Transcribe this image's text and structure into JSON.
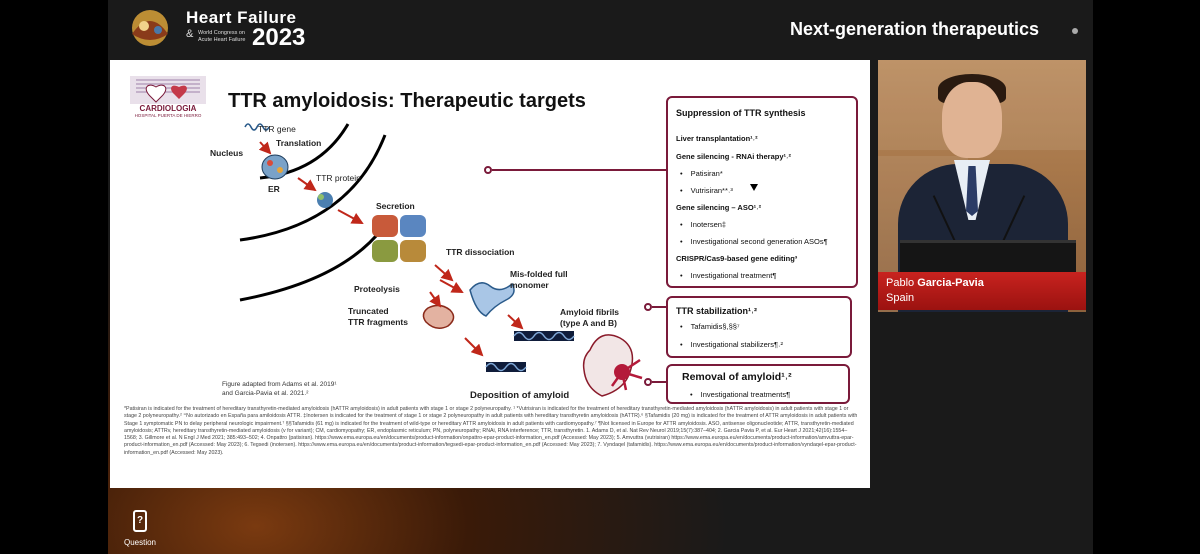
{
  "header": {
    "brand_title": "Heart Failure",
    "brand_amp": "&",
    "brand_sub1": "World Congress on",
    "brand_sub2": "Acute Heart Failure",
    "brand_year": "2023",
    "session_title": "Next-generation therapeutics"
  },
  "slide": {
    "logo_text": "CARDIOLOGIA",
    "logo_sub": "HOSPITAL PUERTA DE HIERRO",
    "title": "TTR amyloidosis: Therapeutic targets",
    "diagram": {
      "ttr_gene": "TTR gene",
      "nucleus": "Nucleus",
      "translation": "Translation",
      "er": "ER",
      "ttr_protein": "TTR protein",
      "secretion": "Secretion",
      "ttr_dissociation": "TTR dissociation",
      "misfolded": "Mis-folded full",
      "monomer": "monomer",
      "proteolysis": "Proteolysis",
      "truncated": "Truncated",
      "ttr_fragments": "TTR fragments",
      "amyloid_fibrils": "Amyloid fibrils",
      "type_ab": "(type A and B)",
      "deposition": "Deposition of amyloid"
    },
    "caption_1": "Figure adapted from Adams et al. 2019¹",
    "caption_2": "and Garcia-Pavia et al. 2021.²",
    "panel_synthesis": {
      "title": "Suppression of TTR synthesis",
      "liver": "Liver transplantation¹˒²",
      "rnai": "Gene silencing - RNAi therapy¹˒²",
      "patisiran": "Patisiran*",
      "vutrisiran": "Vutrisiran**˒³",
      "aso": "Gene silencing – ASO¹˒²",
      "inotersen": "Inotersen‡",
      "investigational_aso": "Investigational second generation ASOs¶",
      "crispr": "CRISPR/Cas9-based gene editing³",
      "investigational_treatment": "Investigational treatment¶"
    },
    "panel_stabilization": {
      "title": "TTR stabilization¹˒²",
      "tafamidis": "Tafamidis§,§§⁷",
      "stabilizers": "Investigational stabilizers¶˒²"
    },
    "panel_removal": {
      "title": "Removal of amyloid¹˒²",
      "treatments": "Investigational treatments¶"
    },
    "footnotes": "*Patisiran is indicated for the treatment of hereditary transthyretin-mediated amyloidosis (hATTR amyloidosis) in adult patients with stage 1 or stage 2 polyneuropathy. ¹ *Vutrisiran is indicated for the treatment of hereditary transthyretin-mediated amyloidosis (hATTR amyloidosis) in adult patients with stage 1 or stage 2 polyneuropathy.² ⁼No autorizado en España para amiloidosis ATTR. ‡Inotersen is indicated for the treatment of stage 1 or stage 2 polyneuropathy in adult patients with hereditary transthyretin amyloidosis (hATTR).⁶ §Tafamidis (20 mg) is indicated for the treatment of ATTR amyloidosis in adult patients with Stage 1 symptomatic PN to delay peripheral neurologic impairment.⁷ §§Tafamidis (61 mg) is indicated for the treatment of wild-type or hereditary ATTR amyloidosis in adult patients with cardiomyopathy.⁷ ¶Not licensed in Europe for ATTR amyloidosis. ASO, antisense oligonucleotide; ATTR, transthyretin-mediated amyloidosis; ATTRv, hereditary transthyretin-mediated amyloidosis (v for variant); CM, cardiomyopathy; ER, endoplasmic reticulum; PN, polyneuropathy; RNAi, RNA interference; TTR, transthyretin. 1. Adams D, et al. Nat Rev Neurol 2019;15(7):387–404; 2. Garcia Pavia P, et al. Eur Heart J 2021;42(16):1554–1568; 3. Gillmore et al. N Engl J Med 2021; 385:493–502; 4. Onpattro (patisiran). https://www.ema.europa.eu/en/documents/product-information/onpattro-epar-product-information_en.pdf (Accessed: May 2023); 5. Amvuttra (vutrisiran) https://www.ema.europa.eu/en/documents/product-information/amvuttra-epar-product-information_en.pdf (Accessed: May 2023); 6. Tegsedi (inotersen). https://www.ema.europa.eu/en/documents/product-information/tegsedi-epar-product-information_en.pdf (Accessed: May 2023); 7. Vyndaqel (tafamidis). https://www.ema.europa.eu/en/documents/product-information/vyndaqel-epar-product-information_en.pdf (Accessed: May 2023)."
  },
  "speaker": {
    "first_name": "Pablo",
    "last_name": "Garcia-Pavia",
    "country": "Spain"
  },
  "question_button": {
    "icon_glyph": "?",
    "label": "Question"
  },
  "colors": {
    "accent": "#7a1a3a",
    "name_plate": "#c8231f"
  }
}
